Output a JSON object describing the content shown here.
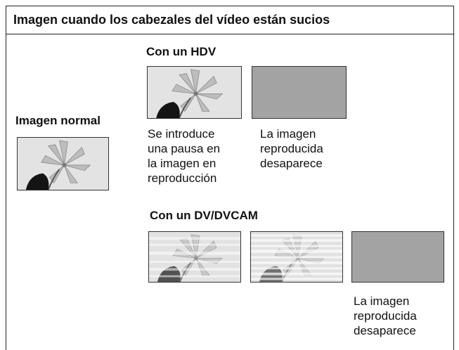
{
  "title": "Imagen cuando los cabezales del vídeo están sucios",
  "normal": {
    "label": "Imagen normal"
  },
  "hdv": {
    "label": "Con un HDV",
    "caption_paused": [
      "Se introduce",
      "una pausa en",
      "la imagen en",
      "reproducción"
    ],
    "caption_blank": [
      "La imagen",
      "reproducida",
      "desaparece"
    ]
  },
  "dv": {
    "label": "Con un DV/DVCAM",
    "caption_blank": [
      "La imagen",
      "reproducida",
      "desaparece"
    ]
  },
  "colors": {
    "frame": "#222222",
    "blank_gray": "#a3a3a3",
    "photo_bg": "#e2e2e2"
  },
  "icons": [
    "flower-photo",
    "noisy-flower-photo",
    "blank-screen"
  ]
}
